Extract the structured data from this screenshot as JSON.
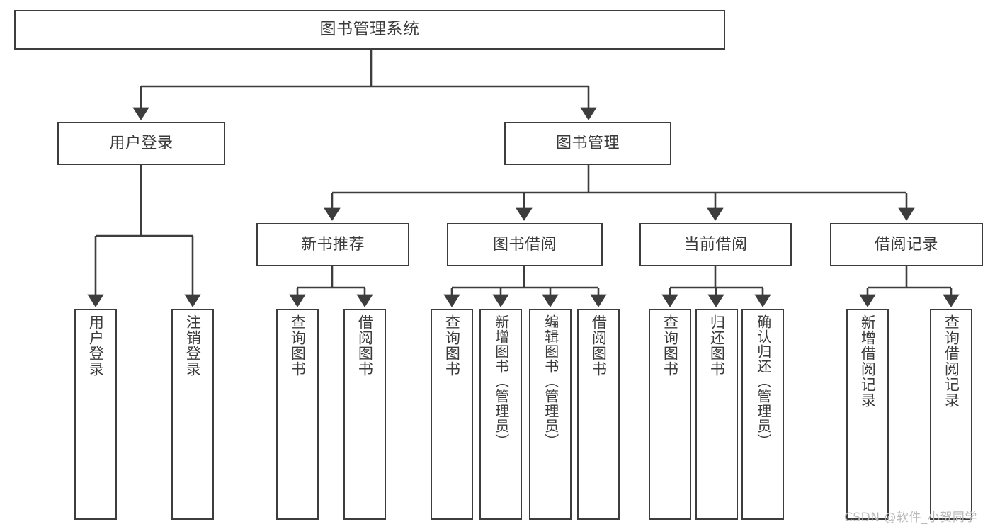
{
  "diagram": {
    "type": "tree",
    "title": "图书管理系统",
    "orientation": "top-down",
    "colors": {
      "box_border": "#3d3d3d",
      "box_fill": "#ffffff",
      "edge": "#3d3d3d",
      "text": "#3b3b3b",
      "background": "#ffffff",
      "watermark": "#b9b9b9"
    },
    "root": {
      "label": "图书管理系统"
    },
    "level2": [
      {
        "label": "用户登录"
      },
      {
        "label": "图书管理"
      }
    ],
    "level3": [
      {
        "label": "新书推荐"
      },
      {
        "label": "图书借阅"
      },
      {
        "label": "当前借阅"
      },
      {
        "label": "借阅记录"
      }
    ],
    "leaves": {
      "user_login": [
        {
          "label": "用户登录"
        },
        {
          "label": "注销登录"
        }
      ],
      "new_book_recommend": [
        {
          "label": "查询图书"
        },
        {
          "label": "借阅图书"
        }
      ],
      "book_borrow": [
        {
          "label": "查询图书"
        },
        {
          "label": "新增图书（管理员）"
        },
        {
          "label": "编辑图书（管理员）"
        },
        {
          "label": "借阅图书"
        }
      ],
      "current_borrow": [
        {
          "label": "查询图书"
        },
        {
          "label": "归还图书"
        },
        {
          "label": "确认归还（管理员）"
        }
      ],
      "borrow_record": [
        {
          "label": "新增借阅记录"
        },
        {
          "label": "查询借阅记录"
        }
      ]
    }
  },
  "watermark": {
    "text": "CSDN @软件_小贺同学"
  }
}
